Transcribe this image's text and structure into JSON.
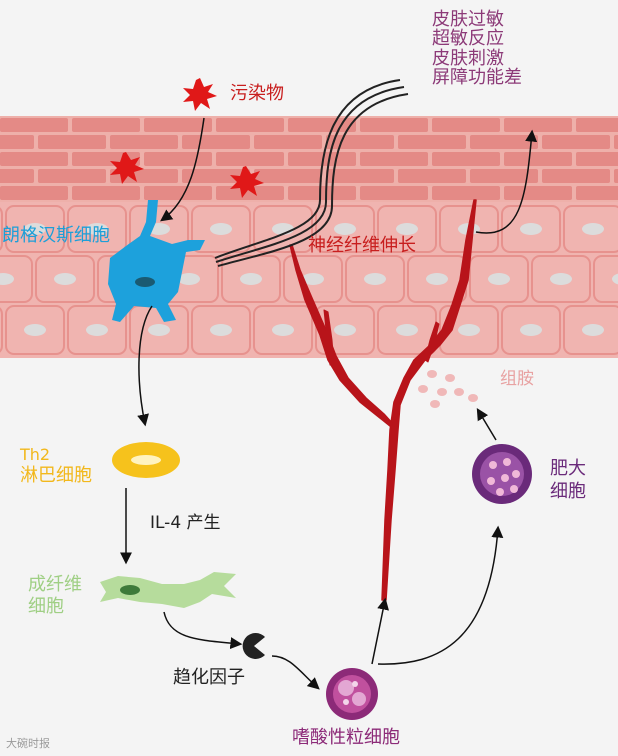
{
  "labels": {
    "pollutant": "污染物",
    "skin_allergy": "皮肤过敏",
    "hypersensitivity": "超敏反应",
    "skin_irritation": "皮肤刺激",
    "barrier_dysfunction": "屏障功能差",
    "langerhans_cell": "朗格汉斯细胞",
    "nerve_fiber_elongation": "神经纤维伸长",
    "histamine": "组胺",
    "th2_prefix": "Th2",
    "lymphocyte": "淋巴细胞",
    "mast_line1": "肥大",
    "mast_line2": "细胞",
    "il4_production": "IL-4 产生",
    "fibroblast_line1": "成纤维",
    "fibroblast_line2": "细胞",
    "chemokine": "趋化因子",
    "eosinophil": "嗜酸性粒细胞"
  },
  "watermark": "大碗时报",
  "colors": {
    "background": "#f4f4f4",
    "epidermis": "#f0b4b0",
    "brick": "#e48a86",
    "brick_highlight": "#eeb0aa",
    "nucleus": "#dcdcdc",
    "pollutant_red": "#e01818",
    "langerhans_blue": "#1da1dc",
    "nerve_red": "#b8141a",
    "th2_yellow": "#f6c21c",
    "fibroblast_green": "#b6dc9c",
    "mast_purple": "#6a2a7a",
    "eosinophil_purple": "#8c2a78",
    "histamine_pink": "#f0b8b8"
  }
}
